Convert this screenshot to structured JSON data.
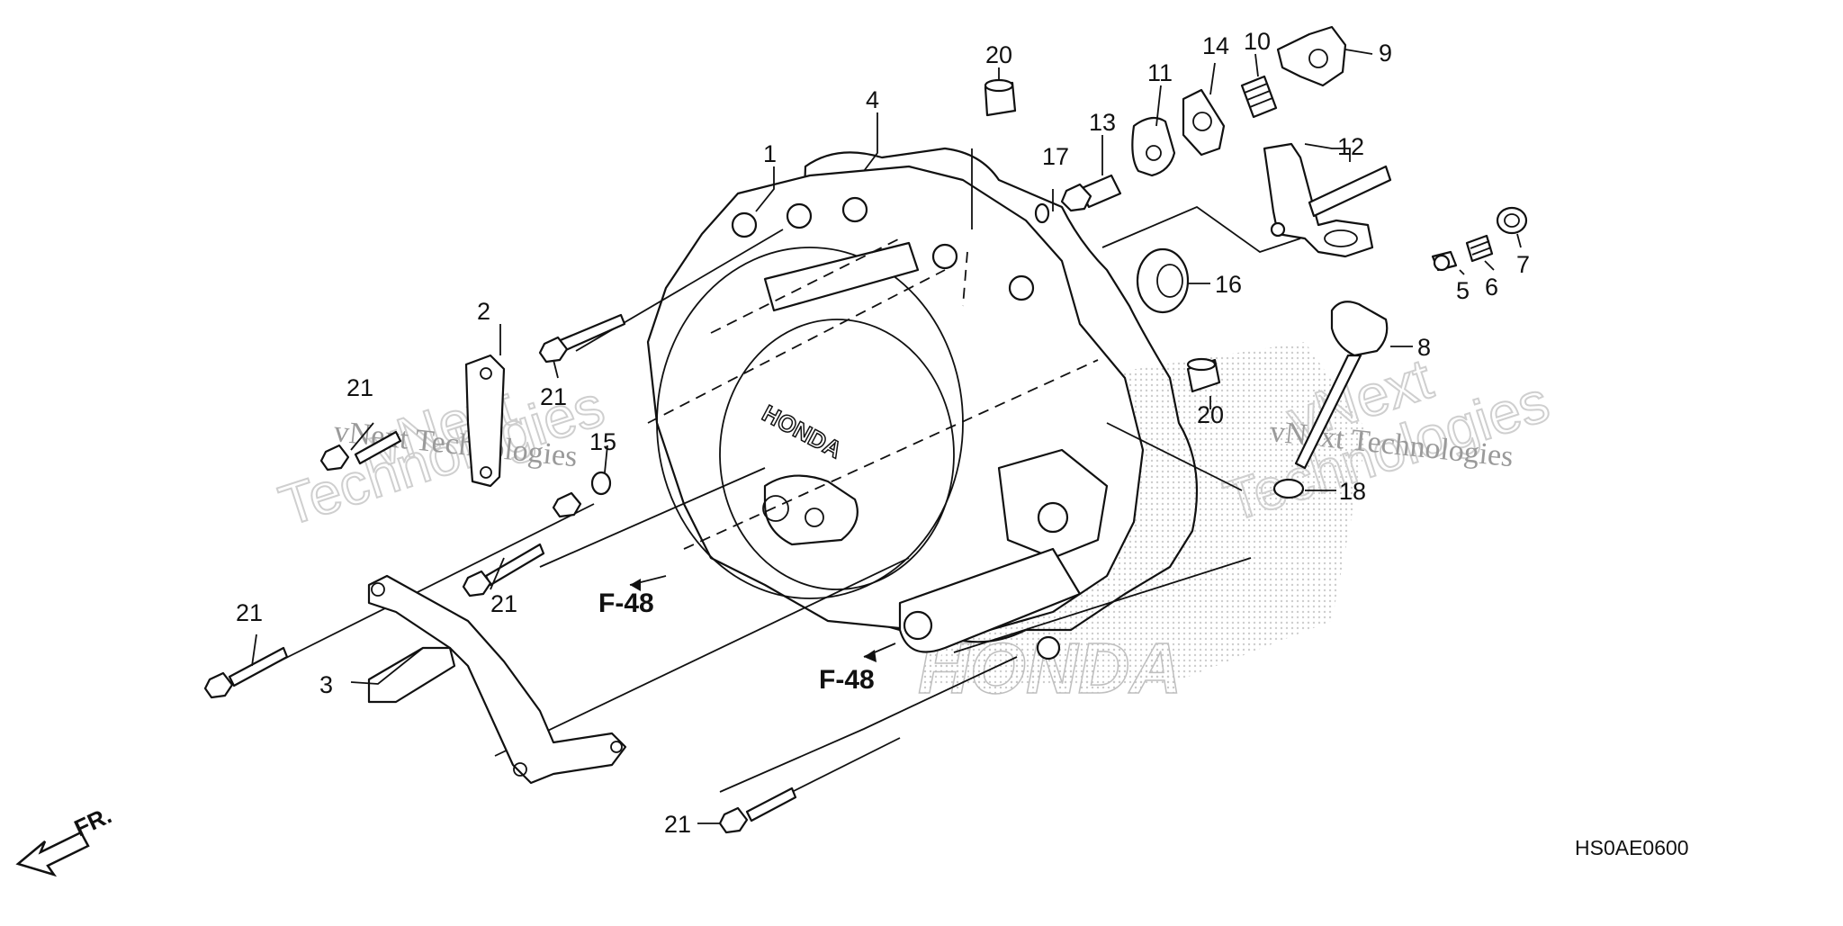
{
  "callouts": {
    "c1": "1",
    "c2": "2",
    "c3": "3",
    "c4": "4",
    "c5": "5",
    "c6": "6",
    "c7": "7",
    "c8": "8",
    "c9": "9",
    "c10": "10",
    "c11": "11",
    "c12": "12",
    "c13": "13",
    "c14": "14",
    "c15": "15",
    "c16": "16",
    "c17": "17",
    "c18": "18",
    "c20a": "20",
    "c20b": "20",
    "c21a": "21",
    "c21b": "21",
    "c21c": "21",
    "c21d": "21",
    "c21e": "21"
  },
  "references": {
    "ref_a": "F-48",
    "ref_b": "F-48"
  },
  "direction_label": "FR.",
  "diagram_code": "HS0AE0600",
  "watermark": {
    "brand": "vNext",
    "sub": "Technologies",
    "line": "vNext Technologies"
  },
  "honda_brand": "HONDA"
}
